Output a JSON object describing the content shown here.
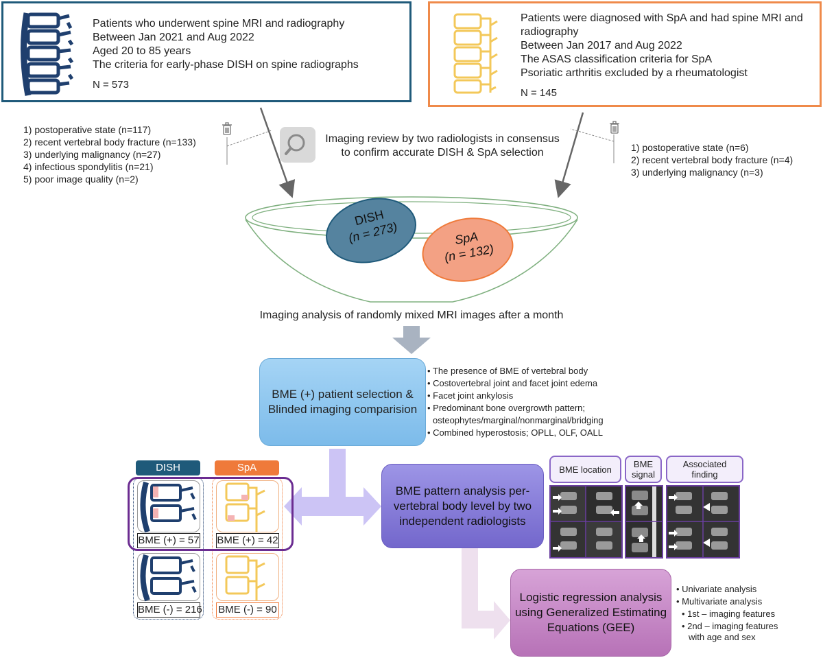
{
  "left_cohort": {
    "lines": [
      "Patients who underwent spine MRI and radiography",
      "Between Jan 2021 and Aug 2022",
      "Aged 20 to 85 years",
      "The criteria for early-phase DISH on spine radiographs"
    ],
    "n": "N = 573"
  },
  "right_cohort": {
    "lines": [
      "Patients were diagnosed with SpA and had spine MRI and",
      "radiography",
      "Between Jan 2017 and Aug 2022",
      "The ASAS classification criteria for SpA",
      "Psoriatic arthritis excluded by a rheumatologist"
    ],
    "n": "N = 145"
  },
  "left_exclusions": [
    "1) postoperative state (n=117)",
    "2) recent vertebral body fracture (n=133)",
    "3) underlying malignancy (n=27)",
    "4) infectious spondylitis (n=21)",
    "5) poor image quality (n=2)"
  ],
  "right_exclusions": [
    "1) postoperative state (n=6)",
    "2) recent vertebral body fracture (n=4)",
    "3) underlying malignancy (n=3)"
  ],
  "review": {
    "line1": "Imaging review by two radiologists in consensus",
    "line2": "to confirm accurate DISH & SpA selection"
  },
  "dish_group": {
    "name": "DISH",
    "n": "(n = 273)"
  },
  "spa_group": {
    "name": "SpA",
    "n": "(n = 132)"
  },
  "analysis_caption": "Imaging analysis of randomly mixed MRI images after a month",
  "selection_box": {
    "line1": "BME (+) patient selection &",
    "line2": "Blinded imaging comparision"
  },
  "selection_bullets": [
    "• The presence of BME of vertebral body",
    "• Costovertebral joint and facet joint edema",
    "• Facet joint ankylosis",
    "• Predominant bone overgrowth pattern;",
    "  osteophytes/marginal/nonmarginal/bridging",
    "• Combined hyperostosis; OPLL, OLF, OALL"
  ],
  "groups": {
    "dish_label": "DISH",
    "spa_label": "SpA",
    "dish_pos": "BME (+) = 57",
    "spa_pos": "BME (+) = 42",
    "dish_neg": "BME (-) = 216",
    "spa_neg": "BME (-) = 90"
  },
  "pattern_box": {
    "line1": "BME pattern analysis per-",
    "line2": "vertebral body level by two",
    "line3": "independent radiologists"
  },
  "mri_labels": {
    "location": "BME location",
    "signal_1": "BME",
    "signal_2": "signal",
    "assoc_1": "Associated",
    "assoc_2": "finding"
  },
  "regression_box": {
    "line1": "Logistic regression analysis",
    "line2": "using Generalized Estimating",
    "line3": "Equations (GEE)"
  },
  "regression_bullets": [
    "• Univariate analysis",
    "• Multivariate analysis",
    "  • 1st – imaging features",
    "  • 2nd – imaging features",
    "     with age and sex"
  ],
  "colors": {
    "dish": "#1f5a7a",
    "spa": "#ef7a3a",
    "selection": "#7fc0ee",
    "pattern": "#8070d0",
    "regression": "#c07fc0",
    "purple_frame": "#6b2c91"
  }
}
